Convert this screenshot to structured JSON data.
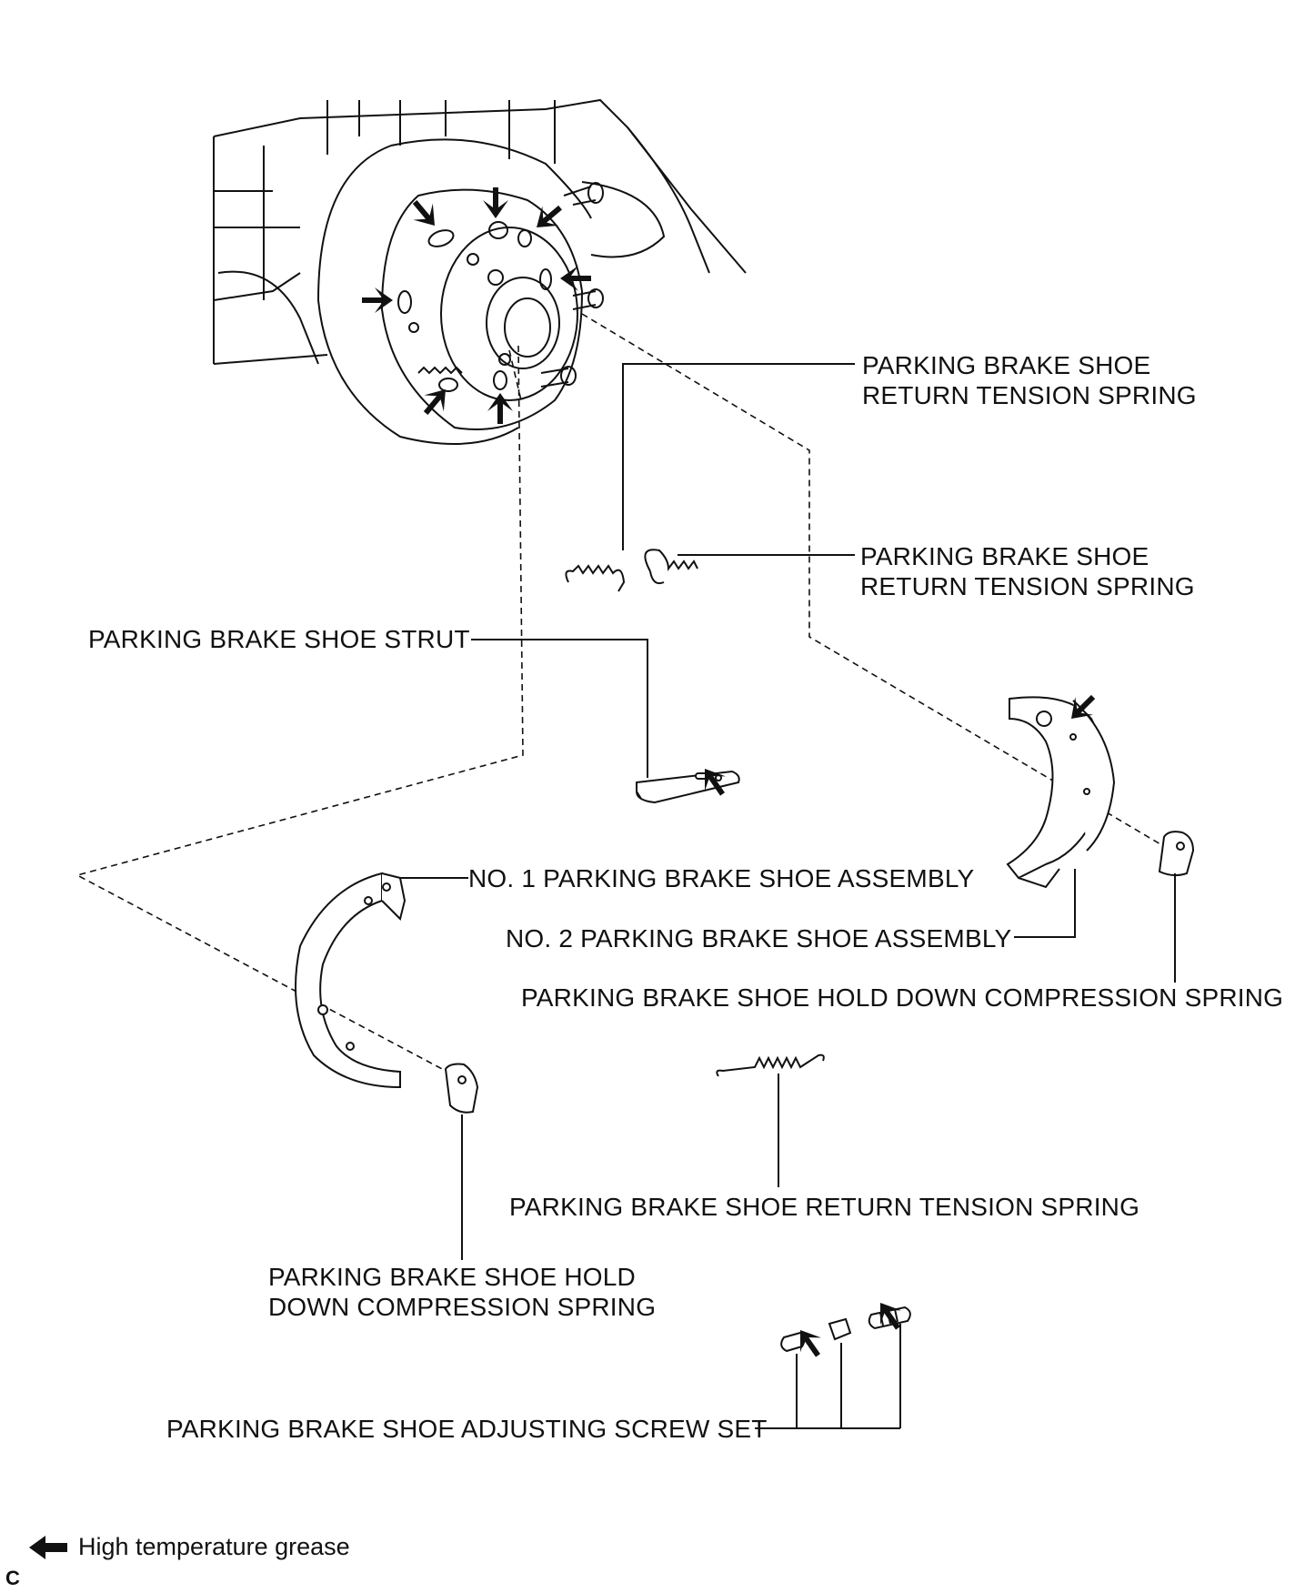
{
  "labels": {
    "return_spring_top": [
      "PARKING BRAKE SHOE",
      "RETURN TENSION SPRING"
    ],
    "return_spring_mid": [
      "PARKING BRAKE SHOE",
      "RETURN TENSION SPRING"
    ],
    "strut": "PARKING BRAKE SHOE STRUT",
    "shoe_no1": "NO. 1 PARKING BRAKE SHOE ASSEMBLY",
    "shoe_no2": "NO. 2 PARKING BRAKE SHOE ASSEMBLY",
    "hold_down_right": "PARKING BRAKE SHOE HOLD DOWN COMPRESSION SPRING",
    "return_spring_bottom": "PARKING BRAKE SHOE RETURN TENSION SPRING",
    "hold_down_left": [
      "PARKING BRAKE SHOE HOLD",
      "DOWN COMPRESSION SPRING"
    ],
    "adjusting_screw": "PARKING BRAKE SHOE ADJUSTING SCREW SET"
  },
  "legend": {
    "icon": "grease-arrow-icon",
    "text": "High temperature grease"
  },
  "corner_mark": "C"
}
